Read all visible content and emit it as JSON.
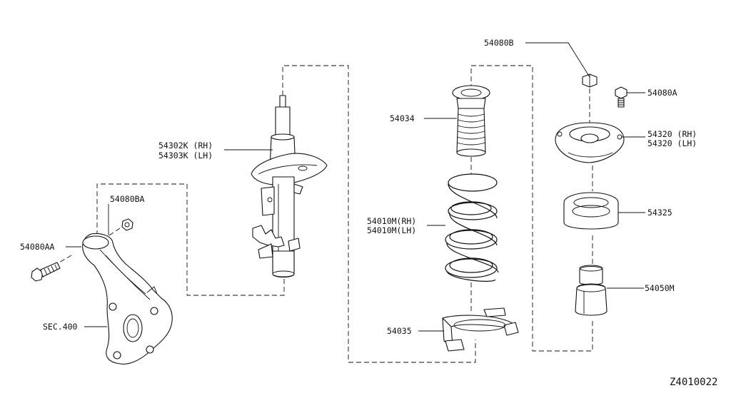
{
  "diagram": {
    "code": "Z4010022",
    "labels": {
      "bolt_top": "54080B",
      "bolt_mount": "54080A",
      "mount_rh": "54320 (RH)",
      "mount_lh": "54320 (LH)",
      "bearing": "54325",
      "bound_bumper": "54050M",
      "boot": "54034",
      "spring_rh": "54010M(RH)",
      "spring_lh": "54010M(LH)",
      "seat": "54035",
      "strut_rh": "54302K (RH)",
      "strut_lh": "54303K (LH)",
      "nut": "54080BA",
      "bolt": "54080AA",
      "sec": "SEC.400"
    }
  }
}
